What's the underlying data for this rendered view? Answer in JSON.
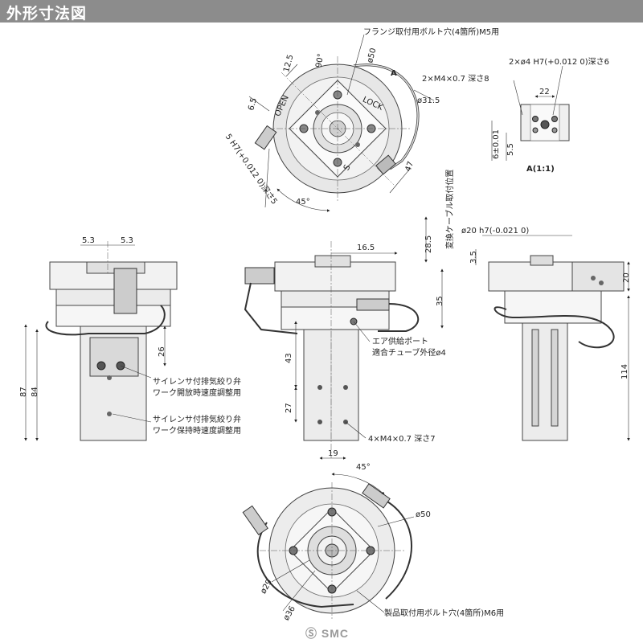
{
  "header": {
    "title": "外形寸法図"
  },
  "top_view": {
    "callout_flange_bolt": "フランジ取付用ボルト穴(4箇所)M5用",
    "dim_12_5": "12.5",
    "dim_90deg": "90°",
    "dim_phi50": "ø50",
    "dim_A": "A",
    "dim_6_5": "6.5",
    "dim_phi31_5": "ø31.5",
    "dim_5h7": "5 H7(+0.012 0)深さ5",
    "dim_45deg": "45°",
    "dim_47": "47",
    "label_open": "OPEN",
    "label_lock": "LOCK",
    "label_s": "S"
  },
  "detail_A": {
    "callout_pin": "2×ø4 H7(+0.012 0)深さ6",
    "callout_tap": "2×M4×0.7 深さ8",
    "dim_22": "22",
    "dim_5_5": "5.5",
    "dim_6": "6±0.01",
    "title": "A(1:1)"
  },
  "left_view": {
    "dim_5_3_a": "5.3",
    "dim_5_3_b": "5.3",
    "dim_26": "26",
    "dim_87": "87",
    "dim_84": "84",
    "note1_line1": "サイレンサ付排気絞り弁",
    "note1_line2": "ワーク開放時速度調整用",
    "note2_line1": "サイレンサ付排気絞り弁",
    "note2_line2": "ワーク保持時速度調整用"
  },
  "center_view": {
    "dim_16_5": "16.5",
    "dim_28_5": "28.5",
    "callout_cable": "変換ケーブル取付位置",
    "dim_35": "35",
    "dim_43": "43",
    "dim_27": "27",
    "dim_19": "19",
    "note_air_line1": "エア供給ポート",
    "note_air_line2": "適合チューブ外径ø4",
    "callout_tap": "4×M4×0.7 深さ7"
  },
  "right_view": {
    "dim_phi20": "ø20 h7(-0.021 0)",
    "dim_3_5": "3.5",
    "dim_20": "20",
    "dim_114": "114"
  },
  "bottom_view": {
    "dim_45deg": "45°",
    "dim_phi50": "ø50",
    "dim_phi29": "ø29",
    "dim_phi36": "ø36",
    "callout_bolt": "製品取付用ボルト穴(4箇所)M6用"
  },
  "footer": {
    "logo": "SMC"
  }
}
